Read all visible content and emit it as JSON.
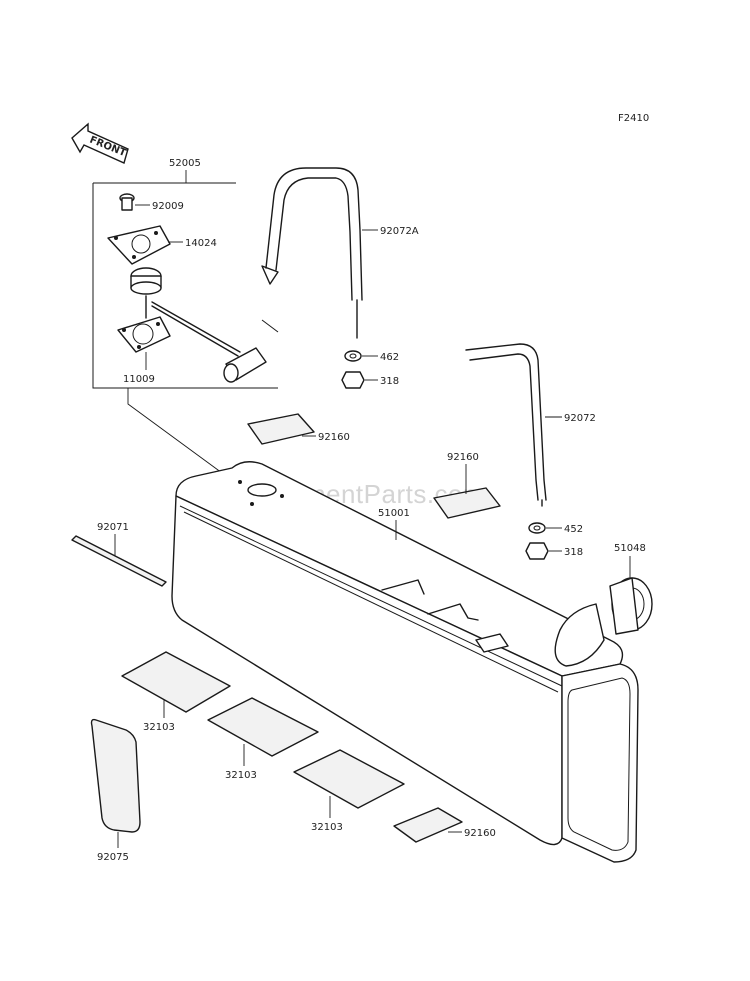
{
  "diagram": {
    "code": "F2410",
    "front_label": "FRONT",
    "watermark": "eReplacementParts.com",
    "labels": {
      "p52005": "52005",
      "p92009": "92009",
      "p14024": "14024",
      "p11009": "11009",
      "p92072A": "92072A",
      "p462a": "462",
      "p318a": "318",
      "p92072": "92072",
      "p92160a": "92160",
      "p92160b": "92160",
      "p92160c": "92160",
      "p51001": "51001",
      "p462b": "452",
      "p318b": "318",
      "p51048": "51048",
      "p92071": "92071",
      "p32103a": "32103",
      "p32103b": "32103",
      "p32103c": "32103",
      "p92075": "92075"
    }
  }
}
